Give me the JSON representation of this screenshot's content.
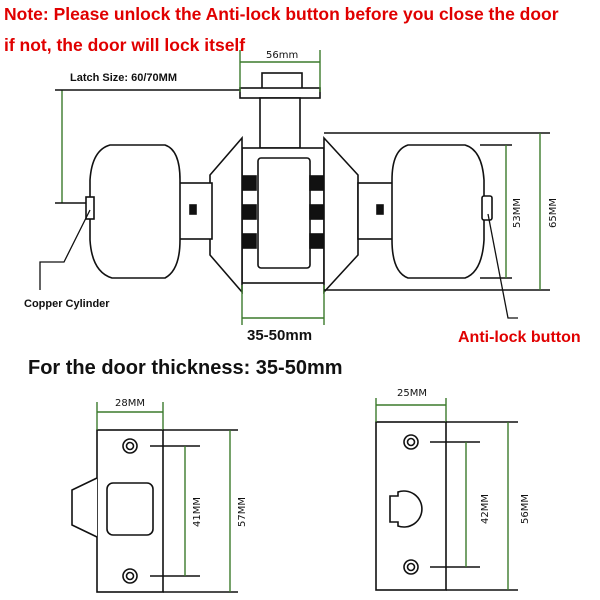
{
  "note": {
    "line1": "Note: Please unlock the Anti-lock button before you close the door",
    "line2": "if not, the door will lock itself",
    "color": "#e00000"
  },
  "lock": {
    "latch_size": "Latch Size: 60/70MM",
    "top_width": "56mm",
    "copper_cylinder": "Copper Cylinder",
    "anti_lock_button": "Anti-lock button",
    "thickness_range": "35-50mm",
    "knob_height_inner": "53MM",
    "knob_height_outer": "65MM"
  },
  "door_thickness": "For the door thickness: 35-50mm",
  "strike_plate": {
    "width": "28MM",
    "hole_spacing": "41MM",
    "height": "57MM"
  },
  "latch_plate": {
    "width": "25MM",
    "hole_spacing": "42MM",
    "height": "56MM"
  },
  "colors": {
    "line": "#111111",
    "dimension_green": "#3c7a2c",
    "label_red": "#e00000"
  }
}
